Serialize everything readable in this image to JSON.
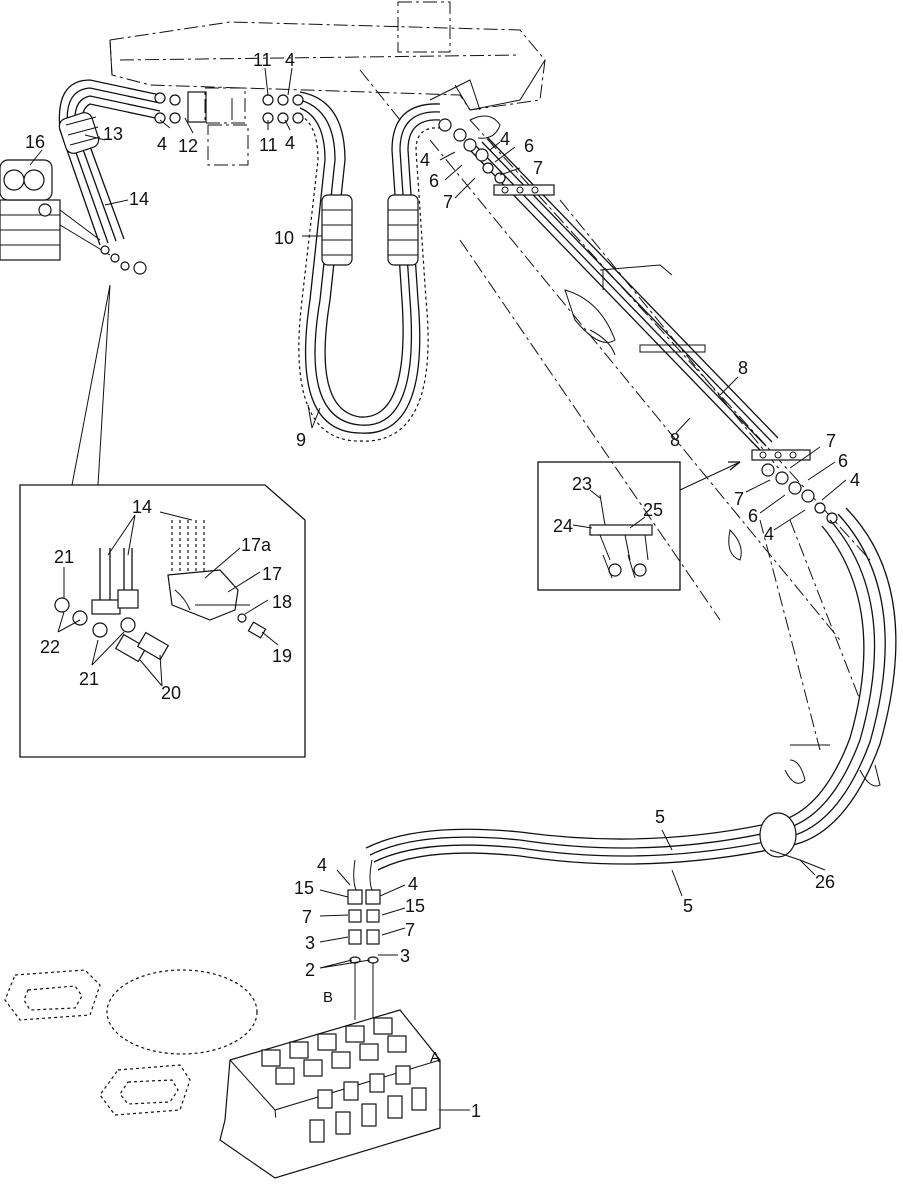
{
  "callouts": {
    "c1": "1",
    "c2": "2",
    "c3a": "3",
    "c3b": "3",
    "c4a": "4",
    "c4b": "4",
    "c4c": "4",
    "c4d": "4",
    "c4e": "4",
    "c4f": "4",
    "c4g": "4",
    "c4h": "4",
    "c4i": "4",
    "c5a": "5",
    "c5b": "5",
    "c6a": "6",
    "c6b": "6",
    "c6c": "6",
    "c6d": "6",
    "c7a": "7",
    "c7b": "7",
    "c7c": "7",
    "c7d": "7",
    "c7e": "7",
    "c7f": "7",
    "c8a": "8",
    "c8b": "8",
    "c9": "9",
    "c10": "10",
    "c11a": "11",
    "c11b": "11",
    "c12": "12",
    "c13": "13",
    "c14a": "14",
    "c14b": "14",
    "c15a": "15",
    "c15b": "15",
    "c16": "16",
    "c17": "17",
    "c17a": "17a",
    "c18": "18",
    "c19": "19",
    "c20": "20",
    "c21a": "21",
    "c21b": "21",
    "c22": "22",
    "c23": "23",
    "c24": "24",
    "c25": "25",
    "c26": "26",
    "portA": "A",
    "portB": "B"
  }
}
